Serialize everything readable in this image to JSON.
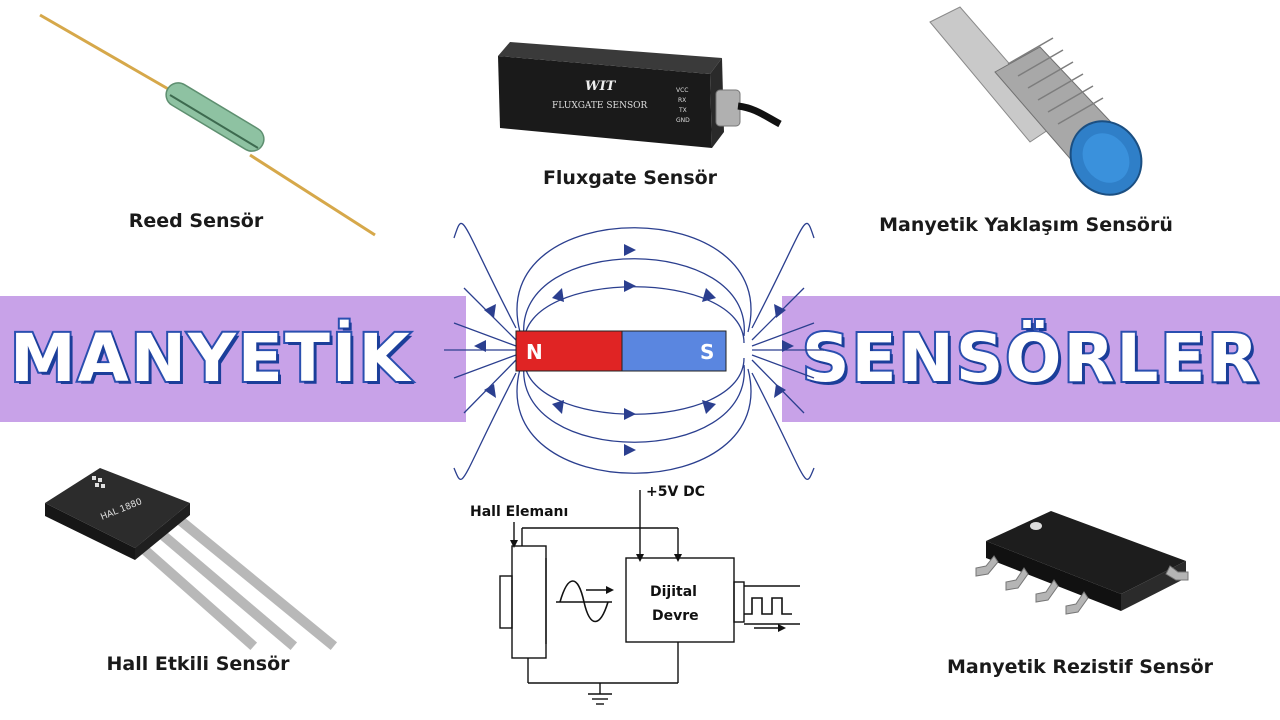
{
  "banner": {
    "left_title": "MANYETİK",
    "right_title": "SENSÖRLER",
    "band_color": "#c8a2e8",
    "text_outline_color": "#2a4fb0"
  },
  "magnet": {
    "north_label": "N",
    "south_label": "S",
    "north_color": "#e02424",
    "south_color": "#5a86e0",
    "field_line_color": "#2b3f8f"
  },
  "sensors": {
    "reed": "Reed Sensör",
    "fluxgate": "Fluxgate Sensör",
    "proximity": "Manyetik Yaklaşım Sensörü",
    "hall": "Hall Etkili Sensör",
    "magnetoresistive": "Manyetik Rezistif Sensör"
  },
  "product_text": {
    "fluxgate_brand": "WIT",
    "fluxgate_label": "FLUXGATE   SENSOR",
    "fluxgate_pins": [
      "VCC",
      "RX",
      "TX",
      "GND"
    ],
    "hall_chip_label": "HAL 1880"
  },
  "circuit": {
    "supply_label": "+5V DC",
    "element_label": "Hall Elemanı",
    "box_line1": "Dijital",
    "box_line2": "Devre"
  }
}
